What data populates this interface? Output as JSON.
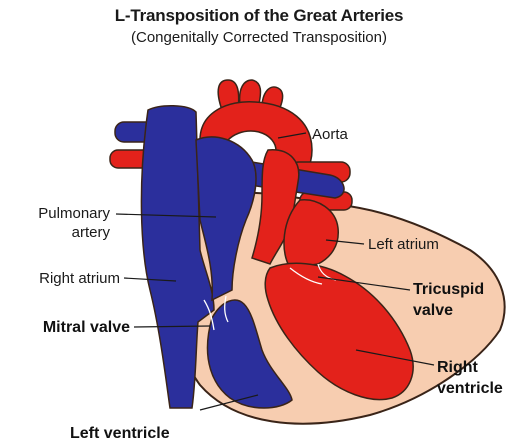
{
  "title": "L-Transposition of the Great Arteries",
  "subtitle": "(Congenitally Corrected Transposition)",
  "labels": {
    "aorta": "Aorta",
    "pulmonary_artery_1": "Pulmonary",
    "pulmonary_artery_2": "artery",
    "left_atrium": "Left atrium",
    "right_atrium": "Right atrium",
    "tricuspid_valve_1": "Tricuspid",
    "tricuspid_valve_2": "valve",
    "mitral_valve": "Mitral valve",
    "right_ventricle_1": "Right",
    "right_ventricle_2": "ventricle",
    "left_ventricle": "Left ventricle"
  },
  "colors": {
    "oxygenated": "#e3221b",
    "deoxygenated": "#2b2f9c",
    "muscle": "#f7cdb0",
    "outline": "#3a2418"
  }
}
